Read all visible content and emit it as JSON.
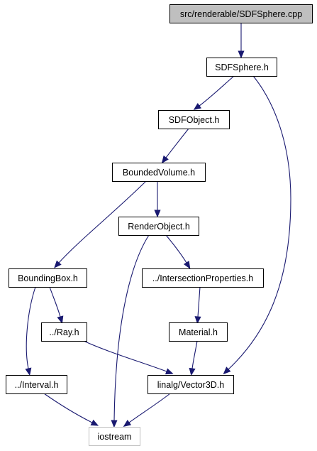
{
  "graph": {
    "nodes": [
      {
        "id": "sdfsphere_cpp",
        "label": "src/renderable/SDFSphere.cpp",
        "kind": "root"
      },
      {
        "id": "sdfsphere_h",
        "label": "SDFSphere.h",
        "kind": "file"
      },
      {
        "id": "sdfobject_h",
        "label": "SDFObject.h",
        "kind": "file"
      },
      {
        "id": "boundedvolume_h",
        "label": "BoundedVolume.h",
        "kind": "file"
      },
      {
        "id": "renderobject_h",
        "label": "RenderObject.h",
        "kind": "file"
      },
      {
        "id": "boundingbox_h",
        "label": "BoundingBox.h",
        "kind": "file"
      },
      {
        "id": "intersectionproperties_h",
        "label": "../IntersectionProperties.h",
        "kind": "file"
      },
      {
        "id": "ray_h",
        "label": "../Ray.h",
        "kind": "file"
      },
      {
        "id": "material_h",
        "label": "Material.h",
        "kind": "file"
      },
      {
        "id": "interval_h",
        "label": "../Interval.h",
        "kind": "file"
      },
      {
        "id": "vector3d_h",
        "label": "linalg/Vector3D.h",
        "kind": "file"
      },
      {
        "id": "iostream",
        "label": "iostream",
        "kind": "external"
      }
    ],
    "edges": [
      {
        "from": "sdfsphere_cpp",
        "to": "sdfsphere_h"
      },
      {
        "from": "sdfsphere_h",
        "to": "sdfobject_h"
      },
      {
        "from": "sdfsphere_h",
        "to": "vector3d_h"
      },
      {
        "from": "sdfobject_h",
        "to": "boundedvolume_h"
      },
      {
        "from": "boundedvolume_h",
        "to": "renderobject_h"
      },
      {
        "from": "boundedvolume_h",
        "to": "boundingbox_h"
      },
      {
        "from": "renderobject_h",
        "to": "intersectionproperties_h"
      },
      {
        "from": "renderobject_h",
        "to": "iostream"
      },
      {
        "from": "boundingbox_h",
        "to": "ray_h"
      },
      {
        "from": "boundingbox_h",
        "to": "interval_h"
      },
      {
        "from": "intersectionproperties_h",
        "to": "material_h"
      },
      {
        "from": "material_h",
        "to": "vector3d_h"
      },
      {
        "from": "ray_h",
        "to": "vector3d_h"
      },
      {
        "from": "interval_h",
        "to": "iostream"
      },
      {
        "from": "vector3d_h",
        "to": "iostream"
      }
    ],
    "colors": {
      "edge": "#191970",
      "root_fill": "#bfbfbf",
      "node_fill": "#ffffff",
      "node_border": "#000000",
      "external_border": "#bfbfbf"
    }
  }
}
